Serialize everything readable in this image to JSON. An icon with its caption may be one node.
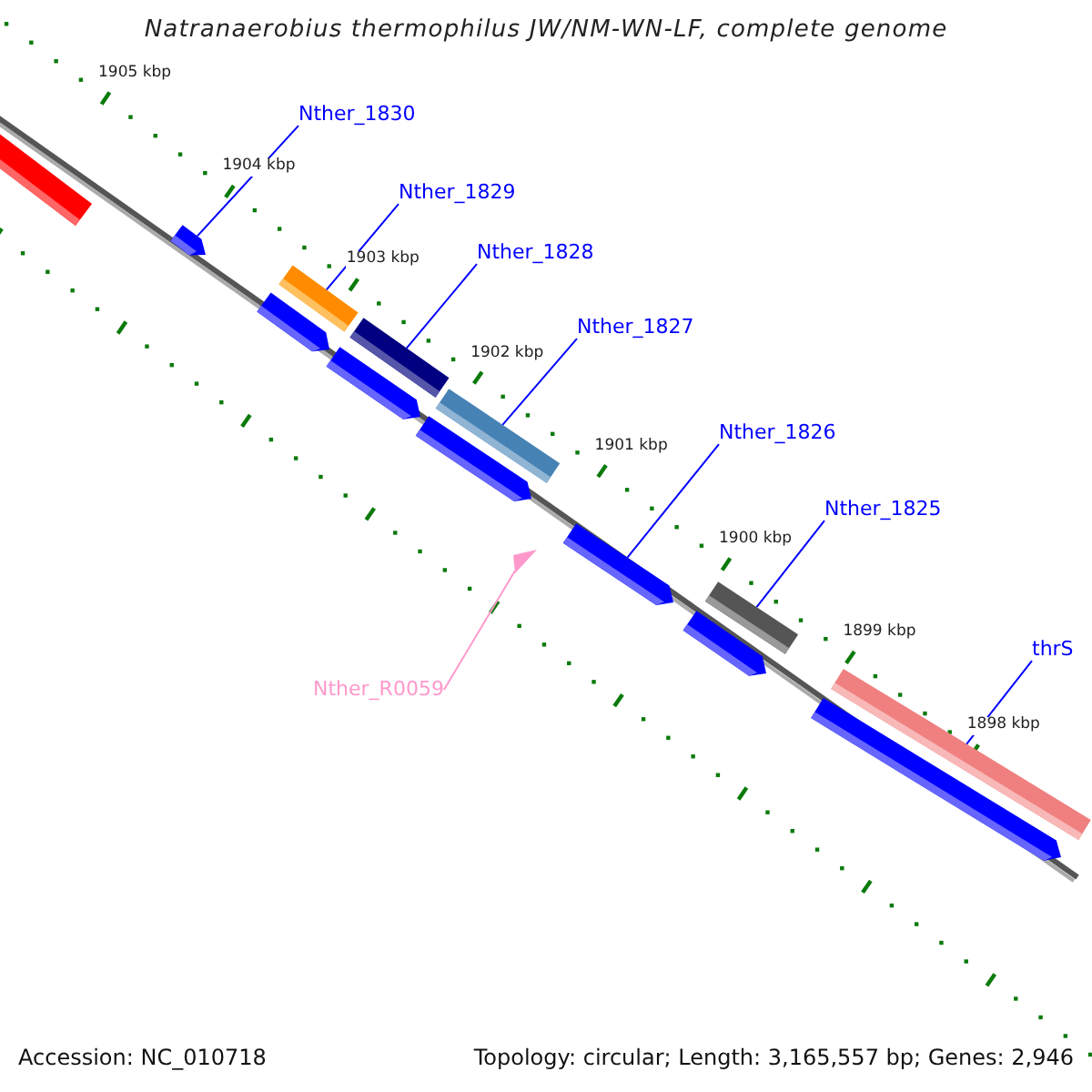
{
  "diagram": {
    "title": "Natranaerobius thermophilus JW/NM-WN-LF, complete genome",
    "nodes": [
      {
        "text": [
          "Nther_1830"
        ]
      },
      {
        "text": [
          "Nther_1829"
        ]
      },
      {
        "text": [
          "Nther_1828"
        ]
      },
      {
        "text": [
          "Nther_1827"
        ]
      },
      {
        "text": [
          "Nther_1826"
        ]
      },
      {
        "text": [
          "Nther_1825"
        ]
      },
      {
        "text": [
          "thrS"
        ]
      },
      {
        "text": [
          "Nther_R0059"
        ]
      },
      {
        "text": [],
        "shape": "bar"
      },
      {
        "text": [],
        "shape": "bar"
      },
      {
        "text": [],
        "shape": "bar"
      },
      {
        "text": [],
        "shape": "bar"
      },
      {
        "text": [],
        "shape": "bar"
      },
      {
        "text": [],
        "shape": "bar"
      },
      {
        "text": [],
        "shape": "bar"
      },
      {
        "text": [],
        "shape": "bar"
      },
      {
        "text": [],
        "shape": "triangle"
      },
      {
        "text": [],
        "shape": "bar"
      },
      {
        "text": [],
        "shape": "bar"
      },
      {
        "text": [],
        "shape": "bar"
      },
      {
        "text": [],
        "shape": "bar"
      },
      {
        "text": [],
        "shape": "bar"
      }
    ],
    "edges": [
      {
        "from": 0,
        "to": 9,
        "arrow": "none"
      },
      {
        "from": 1,
        "to": 10,
        "arrow": "none"
      },
      {
        "from": 2,
        "to": 12,
        "arrow": "none"
      },
      {
        "from": 3,
        "to": 14,
        "arrow": "none"
      },
      {
        "from": 4,
        "to": 17,
        "arrow": "none"
      },
      {
        "from": 5,
        "to": 18,
        "arrow": "none"
      },
      {
        "from": 6,
        "to": 20,
        "arrow": "none"
      },
      {
        "from": 7,
        "to": 16,
        "arrow": "none",
        "color": "#ff99cc"
      }
    ],
    "labels": [
      "1905 kbp",
      "1904 kbp",
      "1903 kbp",
      "1902 kbp",
      "1901 kbp",
      "1900 kbp",
      "1899 kbp",
      "1898 kbp",
      "Accession: NC_010718",
      "Topology: circular; Length: 3,165,557 bp; Genes: 2,946"
    ]
  }
}
